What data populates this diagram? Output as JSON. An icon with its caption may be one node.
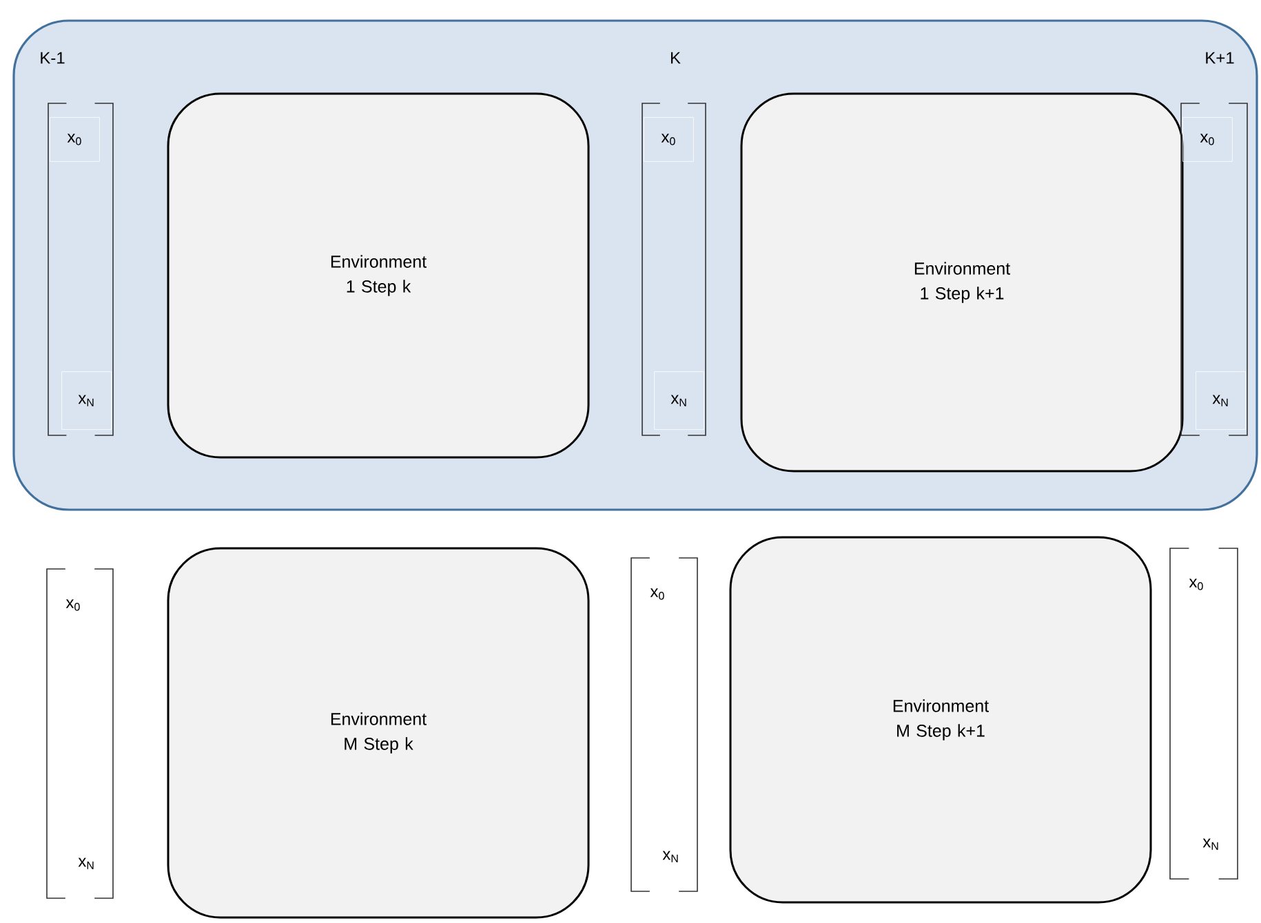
{
  "diagram": {
    "nodes": [
      {
        "text": [],
        "shape": "box"
      },
      {
        "text": [
          "x$_{0}$",
          "x$_{N}$"
        ],
        "in": 0
      },
      {
        "text": [
          "Environment 1 Step k"
        ],
        "in": 0
      },
      {
        "text": [
          "x$_{0}$",
          "x$_{N}$"
        ],
        "in": 0
      },
      {
        "text": [
          "Environment 1 Step k+1"
        ],
        "in": 0
      },
      {
        "text": [
          "x$_{0}$",
          "x$_{N}$"
        ],
        "in": 0
      },
      {
        "text": [
          "x$_{0}$",
          "x$_{N}$"
        ]
      },
      {
        "text": [
          "Environment M Step k"
        ]
      },
      {
        "text": [
          "x$_{0}$",
          "x$_{N}$"
        ]
      },
      {
        "text": [
          "Environment M Step k+1"
        ]
      },
      {
        "text": [
          "x$_{0}$",
          "x$_{N}$"
        ]
      }
    ],
    "labels": [
      "K-1",
      "K",
      "K+1"
    ]
  }
}
